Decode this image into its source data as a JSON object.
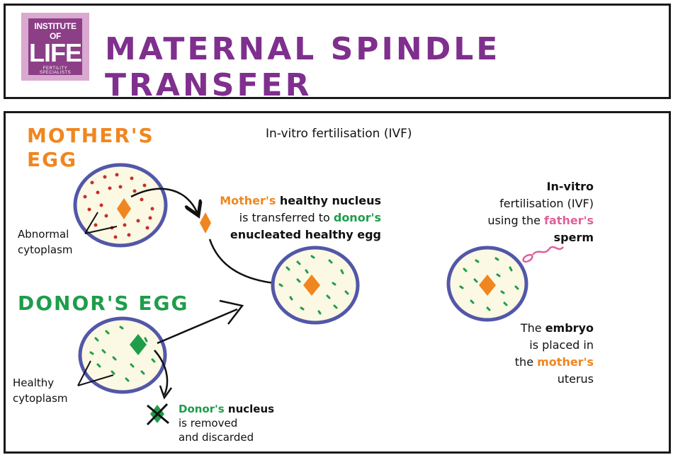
{
  "header": {
    "logo": {
      "line1": "INSTITUTE OF",
      "line2": "LIFE",
      "line3": "FERTILITY SPECIALISTS"
    },
    "title": "MATERNAL SPINDLE TRANSFER"
  },
  "diagram": {
    "heading": "In-vitro fertilisation (IVF)",
    "mothers_egg": {
      "line1": "MOTHER'S",
      "line2": "EGG",
      "annotation_line1": "Abnormal",
      "annotation_line2": "cytoplasm"
    },
    "donors_egg": {
      "label": "DONOR'S EGG",
      "annotation_line1": "Healthy",
      "annotation_line2": "cytoplasm"
    },
    "transfer_text": {
      "line1_highlight": "Mother's",
      "line1_rest": " healthy nucleus",
      "line2_start": "is transferred to ",
      "line2_highlight": "donor's",
      "line3": "enucleated healthy egg"
    },
    "donor_nucleus_text": {
      "line1_highlight": "Donor's",
      "line1_rest": " nucleus",
      "line2": "is removed",
      "line3": "and discarded"
    },
    "ivf_text": {
      "line1": "In-vitro",
      "line2": "fertilisation (IVF)",
      "line3_start": "using the ",
      "line3_highlight": "father's",
      "line4": "sperm"
    },
    "embryo_text": {
      "line1_start": "The ",
      "line1_highlight": "embryo",
      "line2": "is placed in",
      "line3_start": "the ",
      "line3_highlight": "mother's",
      "line4": "uterus"
    },
    "colors": {
      "purple": "#7f2f8d",
      "orange": "#f0861f",
      "green": "#1e9d4a",
      "pink": "#e0609b",
      "egg_outline": "#5257a8",
      "cytoplasm": "#fbf8e3",
      "dots_red": "#c4302b"
    }
  }
}
